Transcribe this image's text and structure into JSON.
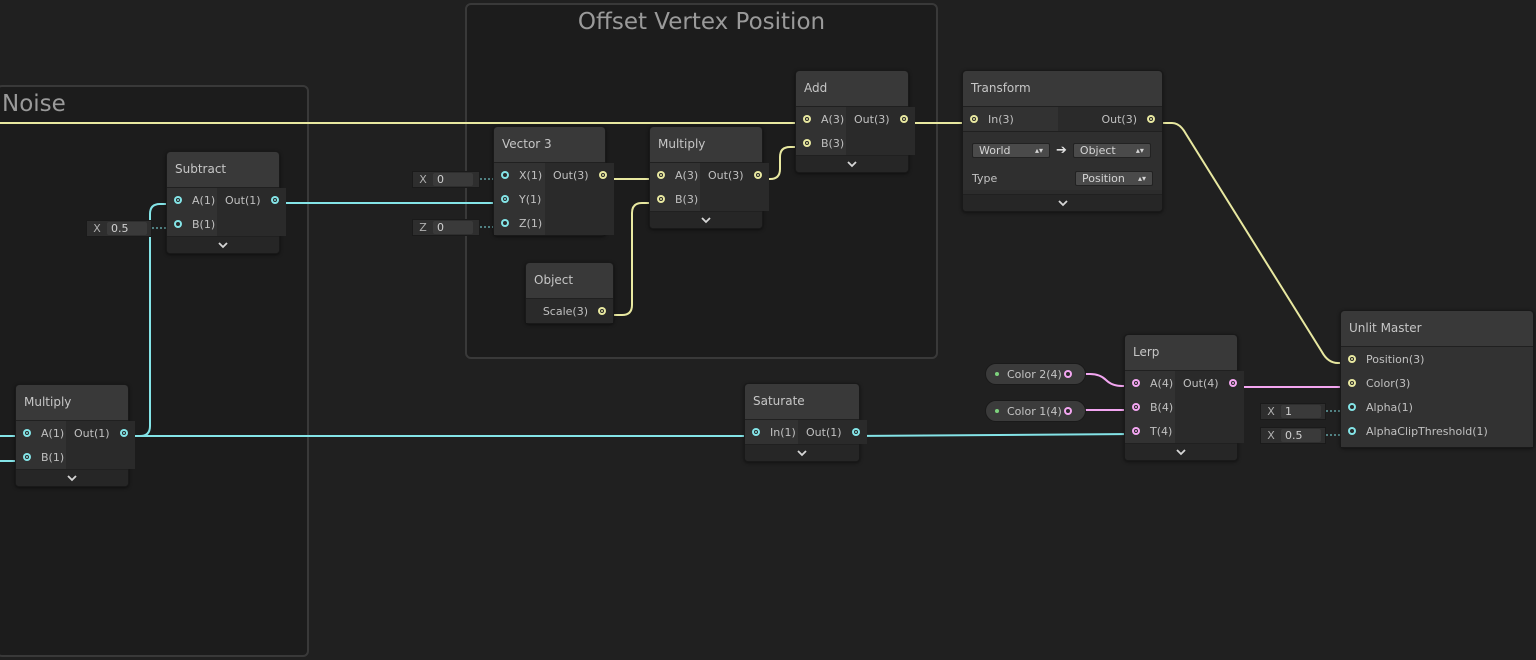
{
  "groups": {
    "noise": {
      "title": "Noise"
    },
    "offset": {
      "title": "Offset Vertex Position"
    }
  },
  "nodes": {
    "subtract": {
      "title": "Subtract",
      "inputs": [
        "A(1)",
        "B(1)"
      ],
      "output": "Out(1)",
      "b_field": {
        "axis": "X",
        "value": "0.5"
      }
    },
    "multiply_noise": {
      "title": "Multiply",
      "inputs": [
        "A(1)",
        "B(1)"
      ],
      "output": "Out(1)"
    },
    "vector3": {
      "title": "Vector 3",
      "inputs": [
        "X(1)",
        "Y(1)",
        "Z(1)"
      ],
      "output": "Out(3)",
      "x_field": {
        "axis": "X",
        "value": "0"
      },
      "z_field": {
        "axis": "Z",
        "value": "0"
      }
    },
    "object": {
      "title": "Object",
      "output": "Scale(3)"
    },
    "multiply_offset": {
      "title": "Multiply",
      "inputs": [
        "A(3)",
        "B(3)"
      ],
      "output": "Out(3)"
    },
    "add": {
      "title": "Add",
      "inputs": [
        "A(3)",
        "B(3)"
      ],
      "output": "Out(3)"
    },
    "transform": {
      "title": "Transform",
      "input": "In(3)",
      "output": "Out(3)",
      "from": "World",
      "to": "Object",
      "type_label": "Type",
      "type_value": "Position"
    },
    "saturate": {
      "title": "Saturate",
      "input": "In(1)",
      "output": "Out(1)"
    },
    "lerp": {
      "title": "Lerp",
      "inputs": [
        "A(4)",
        "B(4)",
        "T(4)"
      ],
      "output": "Out(4)"
    },
    "color2": {
      "label": "Color 2(4)"
    },
    "color1": {
      "label": "Color 1(4)"
    },
    "unlit_master": {
      "title": "Unlit Master",
      "inputs": [
        "Position(3)",
        "Color(3)",
        "Alpha(1)",
        "AlphaClipThreshold(1)"
      ],
      "alpha_field": {
        "axis": "X",
        "value": "1"
      },
      "clip_field": {
        "axis": "X",
        "value": "0.5"
      }
    }
  },
  "colors": {
    "vector3": "#e8e8a0",
    "vector1": "#84e4e7",
    "vector4": "#f3a6f1",
    "bg": "#202020"
  }
}
